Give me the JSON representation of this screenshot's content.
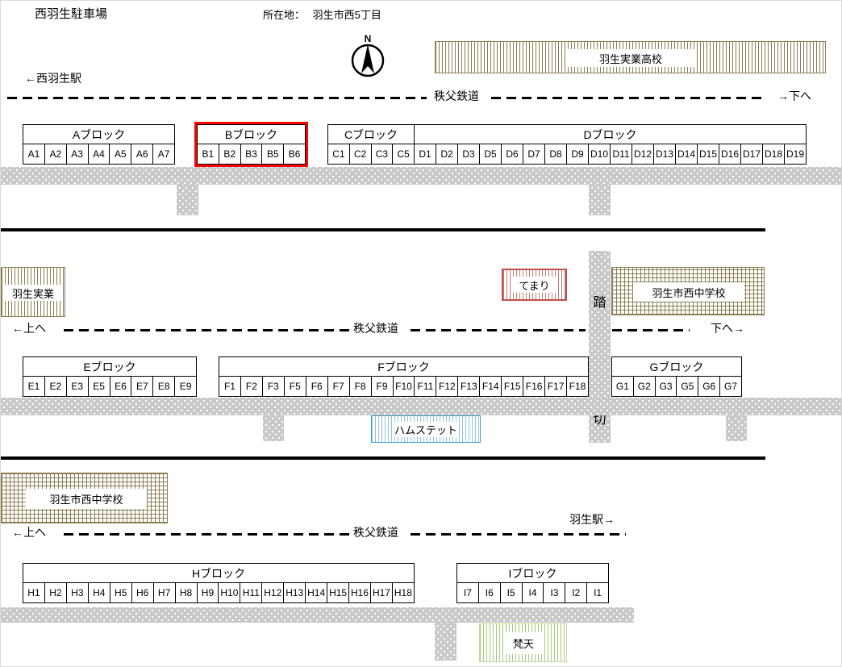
{
  "title": "西羽生駐車場",
  "address_label": "所在地：",
  "address_value": "羽生市西5丁目",
  "compass": {
    "label": "N"
  },
  "railway": {
    "name": "秩父鉄道",
    "crossing_char_top": "踏",
    "crossing_char_bottom": "切",
    "to_nishi_hanyu_station": "←西羽生駅",
    "to_down_top": "→下へ",
    "to_up_mid": "←上へ",
    "to_down_mid": "下へ→",
    "to_up_bottom": "←上へ",
    "to_hanyu_station": "羽生駅→"
  },
  "landmarks": {
    "hanyu_jitsugyo_koko": "羽生実業高校",
    "hanyu_jitsugyo": "羽生実業",
    "temari": "てまり",
    "nishi_chugakko_mid": "羽生市西中学校",
    "hamstet": "ハムステット",
    "nishi_chugakko_bottom": "羽生市西中学校",
    "bonten": "梵天"
  },
  "blocks": [
    {
      "id": "A",
      "label": "Aブロック",
      "highlighted": false,
      "spaces": [
        "A1",
        "A2",
        "A3",
        "A4",
        "A5",
        "A6",
        "A7"
      ]
    },
    {
      "id": "B",
      "label": "Bブロック",
      "highlighted": true,
      "spaces": [
        "B1",
        "B2",
        "B3",
        "B5",
        "B6"
      ]
    },
    {
      "id": "C",
      "label": "Cブロック",
      "highlighted": false,
      "spaces": [
        "C1",
        "C2",
        "C3",
        "C5"
      ]
    },
    {
      "id": "D",
      "label": "Dブロック",
      "highlighted": false,
      "spaces": [
        "D1",
        "D2",
        "D3",
        "D5",
        "D6",
        "D7",
        "D8",
        "D9",
        "D10",
        "D11",
        "D12",
        "D13",
        "D14",
        "D15",
        "D16",
        "D17",
        "D18",
        "D19"
      ]
    },
    {
      "id": "E",
      "label": "Eブロック",
      "highlighted": false,
      "spaces": [
        "E1",
        "E2",
        "E3",
        "E5",
        "E6",
        "E7",
        "E8",
        "E9"
      ]
    },
    {
      "id": "F",
      "label": "Fブロック",
      "highlighted": false,
      "spaces": [
        "F1",
        "F2",
        "F3",
        "F5",
        "F6",
        "F7",
        "F8",
        "F9",
        "F10",
        "F11",
        "F12",
        "F13",
        "F14",
        "F15",
        "F16",
        "F17",
        "F18"
      ]
    },
    {
      "id": "G",
      "label": "Gブロック",
      "highlighted": false,
      "spaces": [
        "G1",
        "G2",
        "G3",
        "G5",
        "G6",
        "G7"
      ]
    },
    {
      "id": "H",
      "label": "Hブロック",
      "highlighted": false,
      "spaces": [
        "H1",
        "H2",
        "H3",
        "H4",
        "H5",
        "H6",
        "H7",
        "H8",
        "H9",
        "H10",
        "H11",
        "H12",
        "H13",
        "H14",
        "H15",
        "H16",
        "H17",
        "H18"
      ]
    },
    {
      "id": "I",
      "label": "Iブロック",
      "highlighted": false,
      "spaces": [
        "I7",
        "I6",
        "I5",
        "I4",
        "I3",
        "I2",
        "I1"
      ]
    }
  ],
  "colors": {
    "highlight": "#FF0000",
    "olive": "#8A7D52",
    "temari_red": "#C0504D",
    "hamstet_blue": "#41A0C8",
    "bonten_green": "#A8C97A",
    "road_gray": "#C8C8C8"
  }
}
